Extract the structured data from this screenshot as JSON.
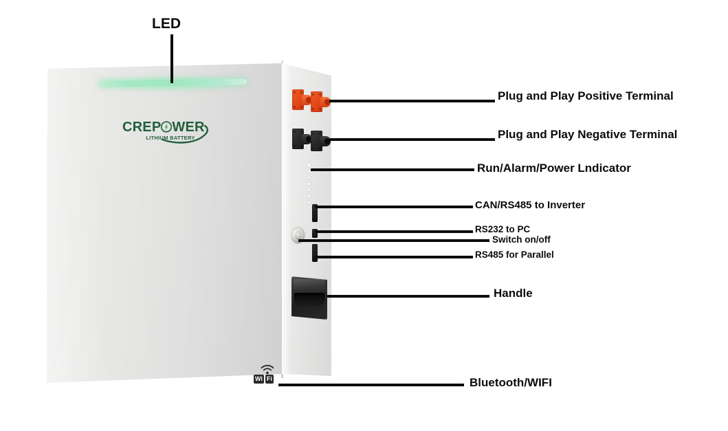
{
  "diagram": {
    "title": "Wall-mounted lithium battery feature callout diagram",
    "product_brand": "CREPOWER",
    "colors": {
      "led_strip": "#a6e8c4",
      "positive_terminal": "#e04a18",
      "negative_terminal": "#1a1a1a",
      "leader_line": "#0c0c0c",
      "body": "#e4e4e2",
      "label_text": "#0b0b0b",
      "logo_green": "#20603a"
    }
  },
  "logo": {
    "word_left": "CREP",
    "word_right": "WER",
    "bolt": "lightning-bolt-icon",
    "subtitle": "LITHIUM BATTERY"
  },
  "wifi_badge": {
    "part1": "Wi",
    "part2": "Fi"
  },
  "callouts": [
    {
      "id": "led",
      "label": "LED",
      "size": "lbl-led"
    },
    {
      "id": "positive",
      "label": "Plug and Play Positive Terminal",
      "size": "lbl-lg"
    },
    {
      "id": "negative",
      "label": "Plug and Play Negative Terminal",
      "size": "lbl-lg"
    },
    {
      "id": "indicator",
      "label": "Run/Alarm/Power Lndicator",
      "size": "lbl-lg"
    },
    {
      "id": "can-rs485",
      "label": "CAN/RS485 to Inverter",
      "size": "lbl-md"
    },
    {
      "id": "rs232",
      "label": "RS232 to PC",
      "size": "lbl-sm"
    },
    {
      "id": "switch",
      "label": "Switch on/off",
      "size": "lbl-sm"
    },
    {
      "id": "rs485-parallel",
      "label": "RS485 for Parallel",
      "size": "lbl-sm"
    },
    {
      "id": "handle",
      "label": "Handle",
      "size": "lbl-lg"
    },
    {
      "id": "bluetooth-wifi",
      "label": "Bluetooth/WIFI",
      "size": "lbl-lg"
    }
  ]
}
